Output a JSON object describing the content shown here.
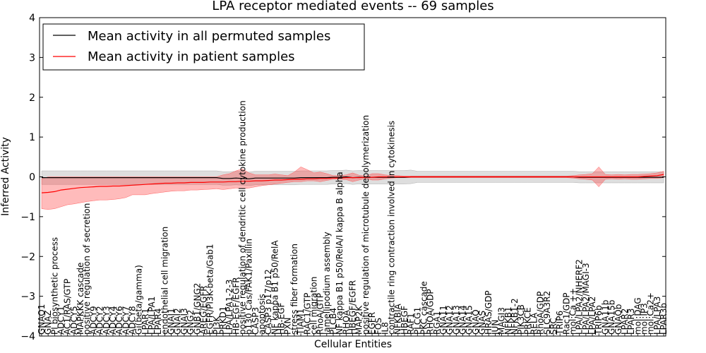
{
  "chart_data": {
    "type": "line",
    "title": "LPA receptor mediated events -- 69 samples",
    "xlabel": "Cellular Entities",
    "ylabel": "Inferred Activity",
    "ylim": [
      -4,
      4
    ],
    "yticks": [
      -4,
      -3,
      -2,
      -1,
      0,
      1,
      2,
      3,
      4
    ],
    "legend_position": "top-left",
    "grid": false,
    "categories": [
      "GNAO1",
      "GNAZ",
      "PI biosynthetic process",
      "ADCY1",
      "AC1/RAS/GTP",
      "ADCY5",
      "MAPKKK cascade",
      "positive regulation of secretion",
      "ADCY9",
      "ADCY2",
      "ADCY3",
      "ADCY4",
      "ADCY6",
      "ADCY7",
      "ADCY8",
      "Gi(beta/gamma)",
      "LPAR1",
      "LPA/LPA1",
      "LPAR4",
      "endothelial cell migration",
      "GNAI1",
      "GNAI2",
      "GNAI3",
      "GNG2",
      "GNB1/GNG2",
      "AREG/EGFR",
      "EGFR/PI3K-beta/Gab1",
      "PI3K",
      "PRKD1",
      "LPA/LPA1-2-3",
      "HB-EGF/EGFR",
      "positive regulation of dendritic cell cytokine production",
      "p130 Cas/FAK1/Paxillin",
      "CASP3",
      "apoptosis",
      "CASP3 p17/p12",
      "NF kappa B1 p50/RelA",
      "HB-EGF",
      "PXN",
      "stress fiber formation",
      "TIAM1",
      "RAC1/GTP",
      "cell migration",
      "RhoA/GTP",
      "lamellipodium assembly",
      "PLCB4",
      "NF kappa B1 p50/RelA/I kappa B alpha",
      "RHOA",
      "HBEGF/EGFR",
      "MAP2K",
      "positive regulation of microtubule depolymerization",
      "EGFR",
      "FOS",
      "IL8",
      "contractile ring contraction involved in cytokinesis",
      "NFKBIA",
      "HBEGF",
      "RAF1",
      "PLCG1",
      "PKC cascade",
      "RHOA/GDP",
      "RGA1",
      "GNA11",
      "GNA12",
      "GNA13",
      "GNA14",
      "GNA15",
      "GNAQ",
      "GNAS",
      "HRAS/GDP",
      "JUN",
      "MAGI3",
      "NFKB1",
      "NFKB1-2",
      "PIK3CB",
      "PRKCE",
      "RELA",
      "RhoA/GDP",
      "SLC9A3R2",
      "SRC",
      "TRIP6",
      "Rac1/GDP",
      "mol:Ca ++",
      "LPA/LPA2/NHERF2",
      "LPA/LPA2/MAGI-3",
      "LPA/LPA2",
      "TRIP6b",
      "GNA11b",
      "GNA15b",
      "GNAQb",
      "LPAR2",
      "LPAR3",
      "mol:DAG",
      "mol:IP3",
      "mol:Ca2+",
      "LPA/LPA3",
      "LPAR3b"
    ],
    "series": [
      {
        "name": "Mean activity in all permuted samples",
        "color": "#000000",
        "values": [
          -0.02,
          -0.02,
          -0.02,
          -0.02,
          -0.02,
          -0.02,
          -0.02,
          -0.02,
          -0.02,
          -0.02,
          -0.02,
          -0.02,
          -0.02,
          -0.02,
          -0.02,
          -0.02,
          -0.02,
          -0.02,
          -0.02,
          -0.02,
          -0.02,
          -0.02,
          -0.02,
          -0.02,
          -0.02,
          -0.02,
          -0.02,
          -0.02,
          -0.04,
          -0.04,
          -0.03,
          -0.04,
          -0.05,
          -0.03,
          -0.03,
          -0.03,
          -0.03,
          -0.03,
          -0.03,
          -0.03,
          -0.02,
          -0.02,
          -0.02,
          -0.02,
          -0.02,
          -0.01,
          -0.01,
          0.0,
          -0.02,
          -0.01,
          -0.01,
          -0.01,
          -0.01,
          -0.01,
          -0.01,
          -0.01,
          -0.01,
          0.0,
          0.0,
          0.0,
          0.0,
          0.0,
          0.0,
          0.0,
          0.0,
          0.0,
          0.0,
          0.0,
          0.0,
          0.0,
          0.0,
          0.0,
          0.0,
          0.0,
          0.0,
          0.0,
          0.0,
          0.0,
          0.0,
          0.0,
          0.0,
          0.0,
          0.0,
          -0.01,
          -0.01,
          -0.01,
          -0.01,
          -0.01,
          -0.01,
          -0.01,
          -0.01,
          -0.01,
          -0.01,
          -0.01,
          -0.01,
          -0.01,
          -0.01
        ],
        "band": [
          0.17,
          0.17,
          0.17,
          0.17,
          0.17,
          0.17,
          0.17,
          0.17,
          0.17,
          0.17,
          0.17,
          0.17,
          0.17,
          0.17,
          0.17,
          0.17,
          0.17,
          0.17,
          0.17,
          0.17,
          0.17,
          0.17,
          0.17,
          0.17,
          0.17,
          0.17,
          0.17,
          0.17,
          0.17,
          0.17,
          0.17,
          0.17,
          0.17,
          0.17,
          0.17,
          0.17,
          0.17,
          0.17,
          0.17,
          0.17,
          0.17,
          0.17,
          0.17,
          0.17,
          0.17,
          0.17,
          0.17,
          0.17,
          0.17,
          0.17,
          0.17,
          0.17,
          0.17,
          0.17,
          0.17,
          0.17,
          0.17,
          0.17,
          0.14,
          0.14,
          0.14,
          0.14,
          0.14,
          0.14,
          0.14,
          0.14,
          0.14,
          0.14,
          0.14,
          0.14,
          0.14,
          0.14,
          0.14,
          0.14,
          0.14,
          0.14,
          0.14,
          0.14,
          0.14,
          0.14,
          0.14,
          0.14,
          0.14,
          0.14,
          0.14,
          0.14,
          0.14,
          0.14,
          0.14,
          0.14,
          0.14,
          0.14,
          0.14,
          0.14,
          0.14,
          0.14,
          0.14
        ]
      },
      {
        "name": "Mean activity in patient samples",
        "color": "#ff0000",
        "values": [
          -0.4,
          -0.39,
          -0.37,
          -0.33,
          -0.31,
          -0.29,
          -0.27,
          -0.26,
          -0.25,
          -0.24,
          -0.24,
          -0.23,
          -0.23,
          -0.22,
          -0.21,
          -0.2,
          -0.19,
          -0.18,
          -0.17,
          -0.16,
          -0.16,
          -0.15,
          -0.15,
          -0.14,
          -0.14,
          -0.14,
          -0.13,
          -0.13,
          -0.13,
          -0.12,
          -0.12,
          -0.11,
          -0.11,
          -0.1,
          -0.1,
          -0.09,
          -0.08,
          -0.08,
          -0.07,
          -0.06,
          -0.06,
          -0.05,
          -0.05,
          -0.04,
          -0.04,
          -0.03,
          -0.03,
          -0.02,
          -0.02,
          -0.02,
          -0.01,
          -0.01,
          0.0,
          0.0,
          0.0,
          0.0,
          0.0,
          0.0,
          0.0,
          0.0,
          0.0,
          0.0,
          0.0,
          0.0,
          0.0,
          0.0,
          0.0,
          0.0,
          0.0,
          0.0,
          0.0,
          0.0,
          0.0,
          0.0,
          0.0,
          0.0,
          0.0,
          0.0,
          0.0,
          0.0,
          0.0,
          0.0,
          0.0,
          0.0,
          0.0,
          0.0,
          0.0,
          0.0,
          0.0,
          0.0,
          0.0,
          0.0,
          0.0,
          0.01,
          0.02,
          0.03,
          0.06
        ],
        "band_upper": [
          -0.05,
          0.0,
          0.0,
          0.0,
          0.0,
          0.0,
          0.0,
          0.0,
          0.0,
          0.0,
          0.0,
          0.0,
          0.0,
          0.0,
          0.0,
          0.0,
          0.0,
          0.0,
          0.0,
          0.0,
          0.0,
          0.0,
          0.0,
          0.0,
          0.0,
          0.0,
          0.0,
          0.0,
          0.05,
          0.08,
          0.15,
          0.2,
          0.1,
          0.05,
          0.05,
          0.05,
          0.07,
          0.05,
          0.03,
          0.12,
          0.25,
          0.18,
          0.1,
          0.12,
          0.08,
          0.03,
          0.03,
          0.05,
          0.1,
          0.04,
          0.02,
          0.08,
          0.08,
          0.05,
          0.03,
          0.03,
          0.02,
          0.02,
          0.02,
          0.02,
          0.02,
          0.02,
          0.02,
          0.02,
          0.02,
          0.02,
          0.02,
          0.02,
          0.02,
          0.02,
          0.02,
          0.02,
          0.02,
          0.02,
          0.02,
          0.02,
          0.02,
          0.02,
          0.02,
          0.02,
          0.02,
          0.02,
          0.03,
          0.05,
          0.06,
          0.08,
          0.25,
          0.06,
          0.05,
          0.06,
          0.05,
          0.06,
          0.06,
          0.07,
          0.08,
          0.1,
          0.14
        ],
        "band_lower": [
          -0.8,
          -0.82,
          -0.8,
          -0.75,
          -0.7,
          -0.68,
          -0.65,
          -0.62,
          -0.6,
          -0.58,
          -0.58,
          -0.57,
          -0.55,
          -0.52,
          -0.45,
          -0.45,
          -0.45,
          -0.42,
          -0.4,
          -0.38,
          -0.36,
          -0.35,
          -0.35,
          -0.33,
          -0.33,
          -0.32,
          -0.31,
          -0.3,
          -0.32,
          -0.3,
          -0.28,
          -0.3,
          -0.28,
          -0.25,
          -0.22,
          -0.2,
          -0.18,
          -0.16,
          -0.14,
          -0.12,
          -0.12,
          -0.1,
          -0.1,
          -0.12,
          -0.09,
          -0.06,
          -0.06,
          -0.07,
          -0.12,
          -0.08,
          -0.04,
          -0.08,
          -0.08,
          -0.05,
          -0.03,
          -0.02,
          -0.02,
          -0.02,
          -0.02,
          -0.02,
          -0.02,
          -0.02,
          -0.02,
          -0.02,
          -0.02,
          -0.02,
          -0.02,
          -0.02,
          -0.02,
          -0.02,
          -0.02,
          -0.02,
          -0.02,
          -0.02,
          -0.02,
          -0.02,
          -0.02,
          -0.02,
          -0.02,
          -0.02,
          -0.02,
          -0.02,
          -0.03,
          -0.05,
          -0.06,
          -0.08,
          -0.25,
          -0.06,
          -0.05,
          -0.06,
          -0.05,
          -0.06,
          -0.06,
          -0.05,
          -0.04,
          -0.04,
          -0.02
        ]
      }
    ]
  }
}
